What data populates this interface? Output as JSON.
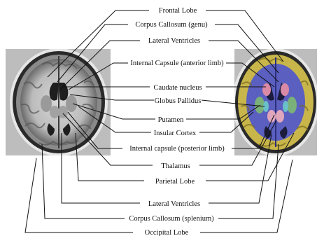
{
  "figure": {
    "labels": [
      {
        "id": "frontal-lobe",
        "text": "Frontal Lobe"
      },
      {
        "id": "corpus-callosum-genu",
        "text": "Corpus Callosum (genu)"
      },
      {
        "id": "lateral-ventricles-top",
        "text": "Lateral Ventricles"
      },
      {
        "id": "internal-capsule-anterior",
        "text": "Internal Capsule (anterior limb)"
      },
      {
        "id": "caudate-nucleus",
        "text": "Caudate nucleus"
      },
      {
        "id": "globus-pallidus",
        "text": "Globus Pallidus"
      },
      {
        "id": "putamen",
        "text": "Putamen"
      },
      {
        "id": "insular-cortex",
        "text": "Insular Cortex"
      },
      {
        "id": "internal-capsule-posterior",
        "text": "Internal capsule (posterior limb)"
      },
      {
        "id": "thalamus",
        "text": "Thalamus"
      },
      {
        "id": "parietal-lobe",
        "text": "Parietal Lobe"
      },
      {
        "id": "lateral-ventricles-bottom",
        "text": "Lateral Ventricles"
      },
      {
        "id": "corpus-callosum-splenium",
        "text": "Corpus Callosum (splenium)"
      },
      {
        "id": "occipital-lobe",
        "text": "Occipital Lobe"
      }
    ],
    "images": [
      {
        "id": "left-mri",
        "description": "Axial T1 MRI slice, grayscale"
      },
      {
        "id": "right-mri",
        "description": "Axial MRI slice with color-coded segmentation overlay"
      }
    ],
    "colors": {
      "background": "#ffffff",
      "panel_gray": "#bdbdbd",
      "line": "#111111",
      "seg_yellow": "#c9b64a",
      "seg_blue": "#5a5fc0",
      "seg_pink": "#d98aa6",
      "seg_green": "#7ab07a",
      "seg_cyan": "#6ac0c8"
    }
  }
}
